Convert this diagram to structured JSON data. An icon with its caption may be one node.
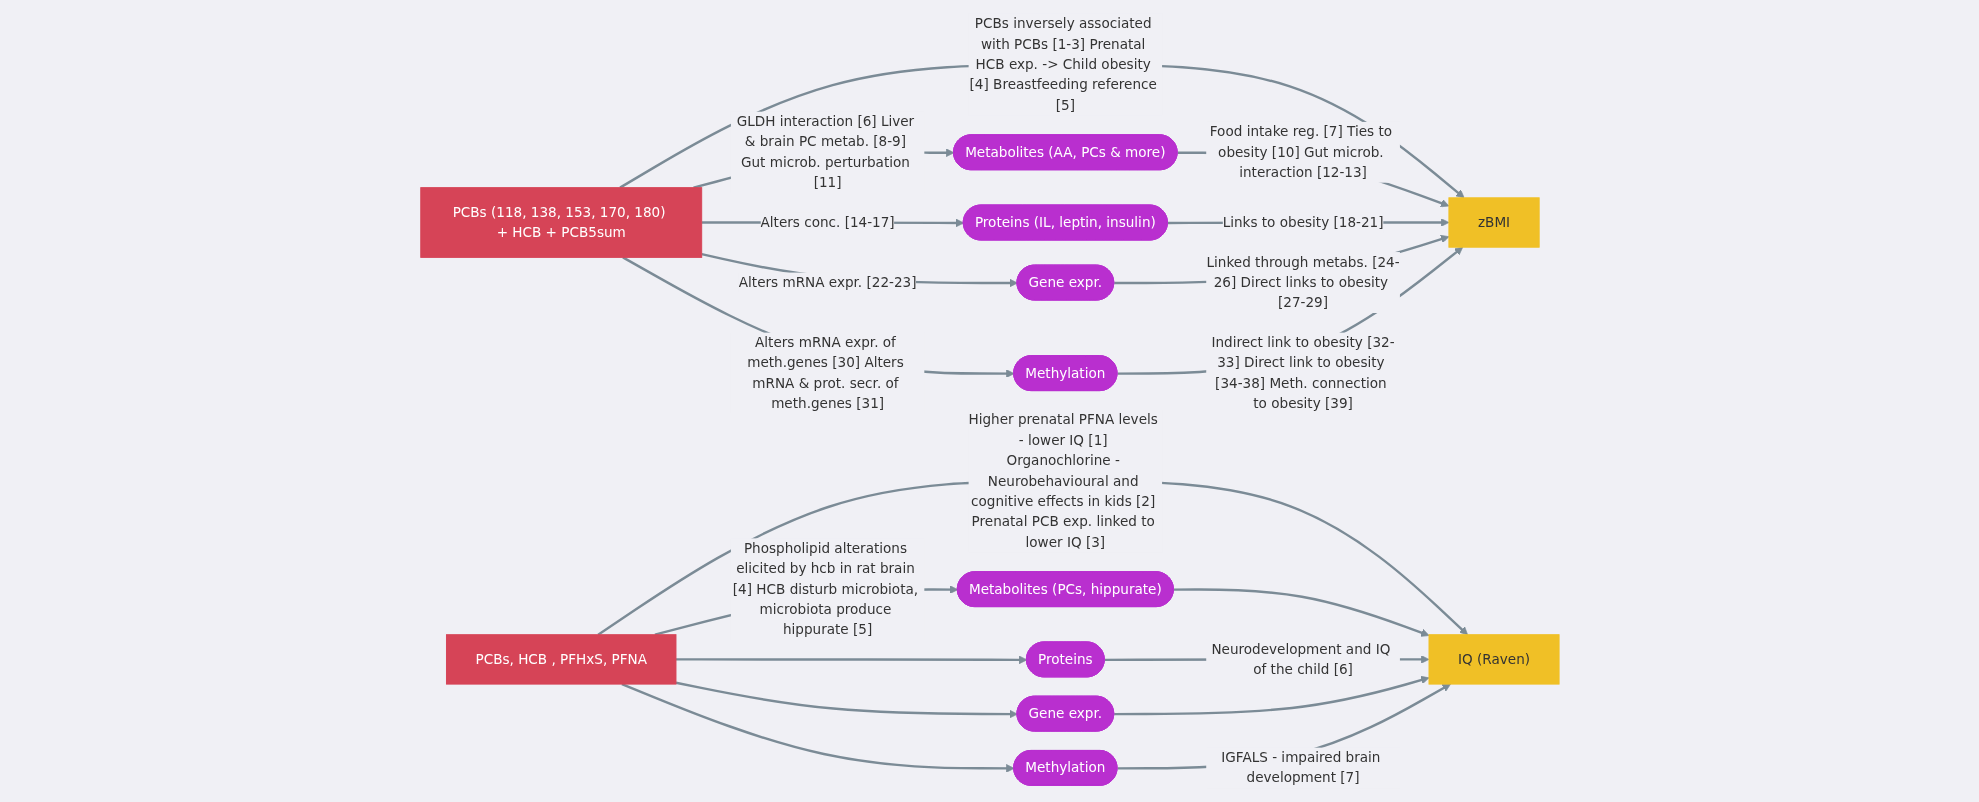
{
  "diagram": {
    "nodes": [
      {
        "text": [
          "PCBs (118, 138, 153, 170, 180) + HCB + PCB5sum"
        ]
      },
      {
        "text": [
          "zBMI"
        ]
      },
      {
        "text": [
          "Metabolites (AA, PCs & more)"
        ]
      },
      {
        "text": [
          "Proteins (IL, leptin, insulin)"
        ]
      },
      {
        "text": [
          "Gene expr."
        ]
      },
      {
        "text": [
          "Methylation"
        ]
      },
      {
        "text": [
          "PCBs, HCB , PFHxS, PFNA"
        ]
      },
      {
        "text": [
          "IQ (Raven)"
        ]
      },
      {
        "text": [
          "Metabolites (PCs, hippurate)"
        ]
      },
      {
        "text": [
          "Proteins"
        ]
      },
      {
        "text": [
          "Gene expr."
        ]
      },
      {
        "text": [
          "Methylation"
        ]
      }
    ],
    "edges": [
      {
        "from": 0,
        "to": 1,
        "arrow": "to",
        "label": "PCBs inversely associated with PCBs [1-3] Prenatal HCB exp. -> Child obesity [4] Breastfeeding reference [5]"
      },
      {
        "from": 0,
        "to": 2,
        "arrow": "to",
        "label": "GLDH interaction [6] Liver & brain PC metab. [8-9] Gut microb. perturbation [11]"
      },
      {
        "from": 2,
        "to": 1,
        "arrow": "to",
        "label": "Food intake reg. [7] Ties to obesity [10] Gut microb. interaction [12-13]"
      },
      {
        "from": 0,
        "to": 3,
        "arrow": "to",
        "label": "Alters conc. [14-17]"
      },
      {
        "from": 3,
        "to": 1,
        "arrow": "to",
        "label": "Links to obesity [18-21]"
      },
      {
        "from": 0,
        "to": 4,
        "arrow": "to",
        "label": "Alters mRNA expr. [22-23]"
      },
      {
        "from": 4,
        "to": 1,
        "arrow": "to",
        "label": "Linked through metabs. [24-26] Direct links to obesity [27-29]"
      },
      {
        "from": 0,
        "to": 5,
        "arrow": "to",
        "label": "Alters mRNA expr. of meth.genes [30] Alters mRNA & prot. secr. of meth.genes [31]"
      },
      {
        "from": 5,
        "to": 1,
        "arrow": "to",
        "label": "Indirect link to obesity [32-33] Direct link to obesity [34-38] Meth. connection to obesity [39]"
      },
      {
        "from": 6,
        "to": 7,
        "arrow": "to",
        "label": "Higher prenatal PFNA levels - lower IQ [1] Organochlorine - Neurobehavioural and cognitive effects in kids [2] Prenatal PCB exp. linked to lower IQ [3]"
      },
      {
        "from": 6,
        "to": 8,
        "arrow": "to",
        "label": "Phospholipid alterations elicited by hcb in rat brain [4] HCB disturb microbiota, microbiota produce hippurate [5]"
      },
      {
        "from": 8,
        "to": 7,
        "arrow": "to"
      },
      {
        "from": 6,
        "to": 9,
        "arrow": "to"
      },
      {
        "from": 9,
        "to": 7,
        "arrow": "to",
        "label": "Neurodevelopment and IQ of the child [6]"
      },
      {
        "from": 6,
        "to": 10,
        "arrow": "to"
      },
      {
        "from": 10,
        "to": 7,
        "arrow": "to"
      },
      {
        "from": 6,
        "to": 11,
        "arrow": "to"
      },
      {
        "from": 11,
        "to": 7,
        "arrow": "to",
        "label": "IGFALS - impaired brain development [7]"
      }
    ]
  }
}
